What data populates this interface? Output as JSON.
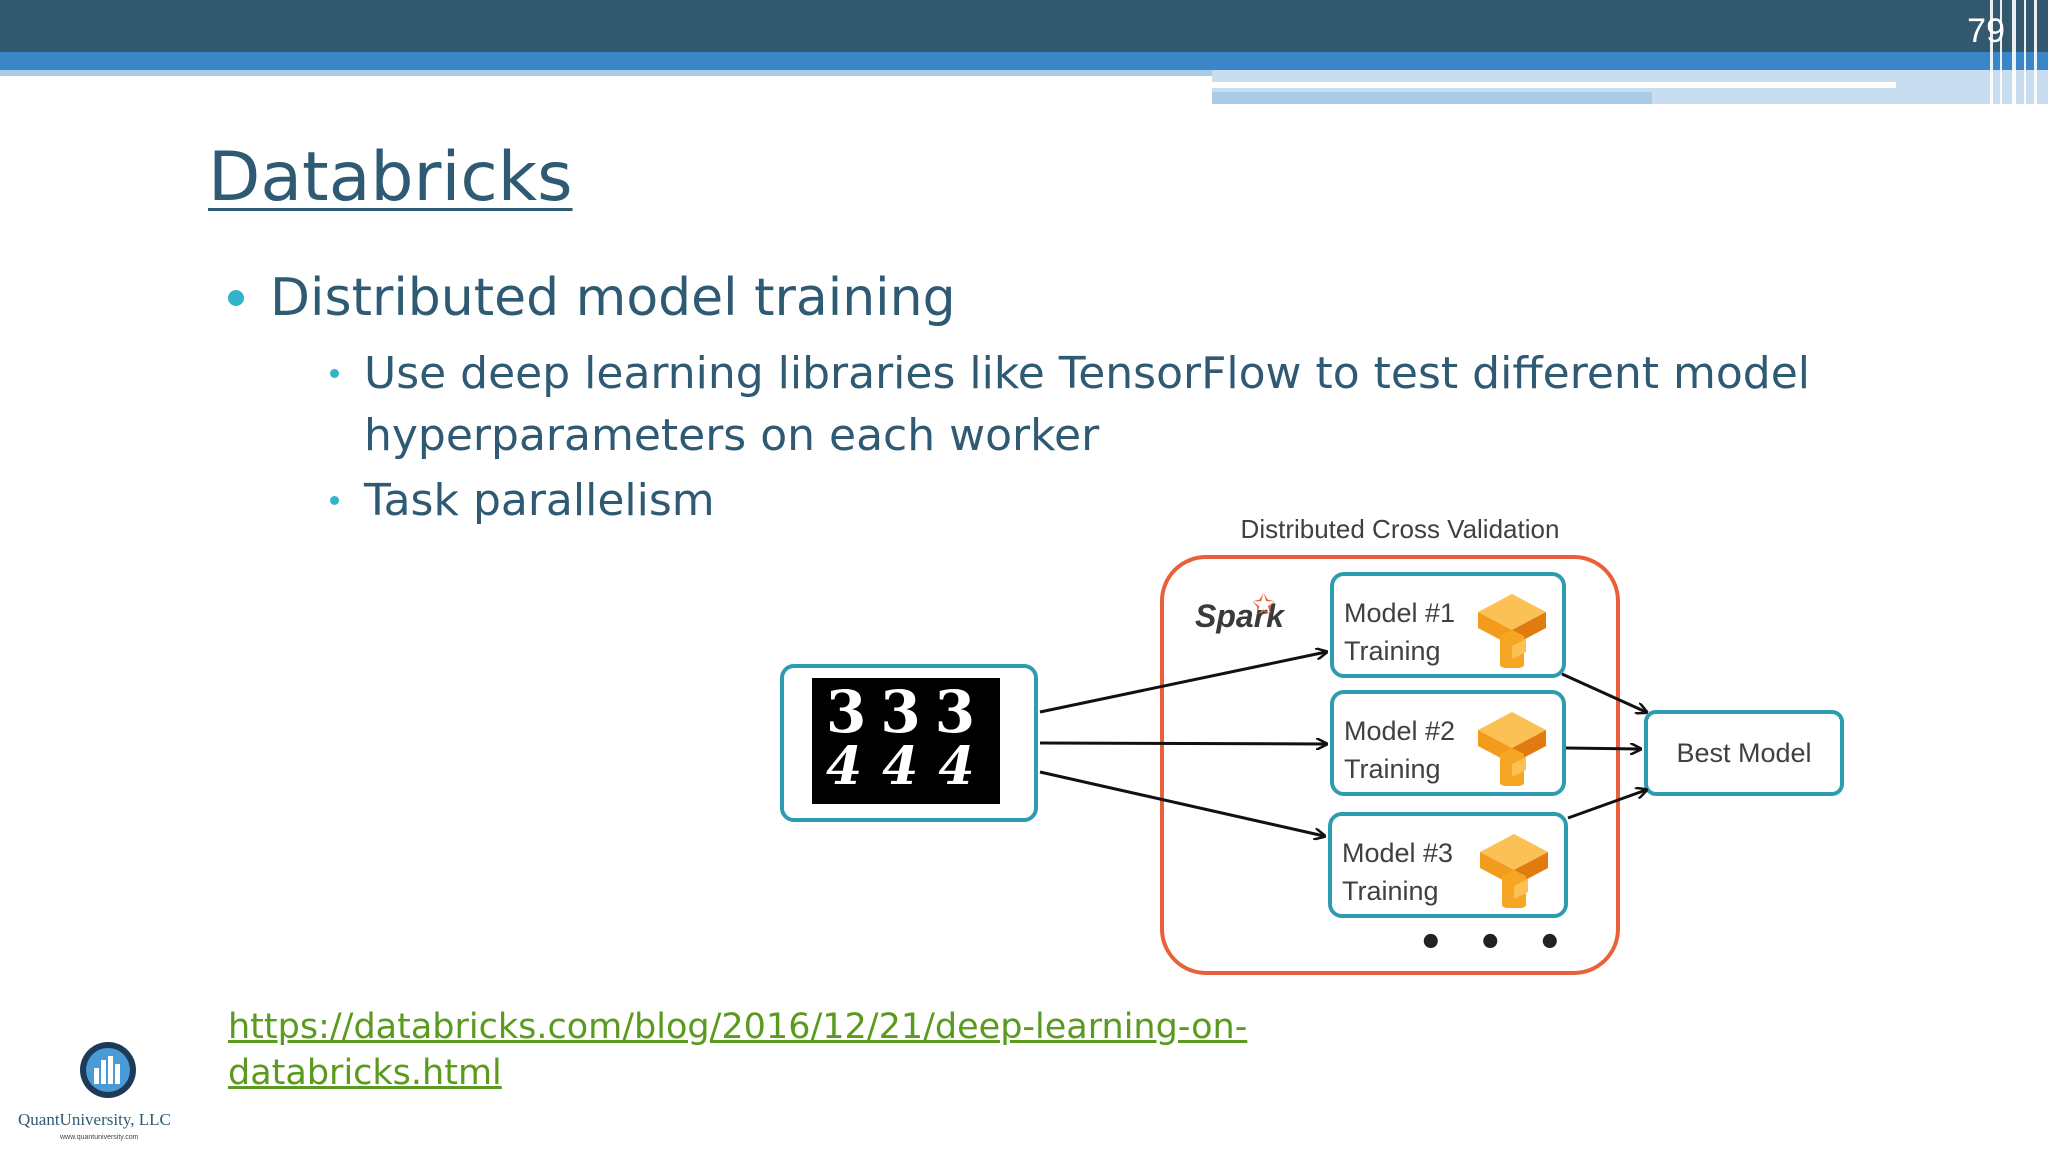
{
  "slide": {
    "page_number": "79",
    "title": "Databricks",
    "bullets": [
      {
        "text": "Distributed model training",
        "sub_bullets": [
          {
            "line1": "Use deep learning libraries like TensorFlow to test different model",
            "line2": "hyperparameters on each worker"
          },
          {
            "line1": "Task parallelism"
          }
        ]
      }
    ],
    "link": {
      "line1": "https://databricks.com/blog/2016/12/21/deep-learning-on-",
      "line2": "databricks.html"
    }
  },
  "diagram": {
    "title": "Distributed Cross Validation",
    "spark_logo_text": "Spark",
    "input_digits": {
      "row1": "333",
      "row2": "444"
    },
    "models": [
      {
        "line1": "Model #1",
        "line2": "Training"
      },
      {
        "line1": "Model #2",
        "line2": "Training"
      },
      {
        "line1": "Model #3",
        "line2": "Training"
      }
    ],
    "more": "• • •",
    "output": "Best Model"
  },
  "logo": {
    "name": "QuantUniversity, LLC",
    "url": "www.quantuniversity.com"
  },
  "colors": {
    "header_dark": "#33596f",
    "header_blue": "#3a86c8",
    "title": "#2f5a74",
    "bullet_dot": "#33b3c7",
    "box_border": "#2e9cb0",
    "spark_border": "#e8613a",
    "link": "#5a9a1e",
    "tensorflow_orange": "#f6a623"
  },
  "icons": [
    "tensorflow-icon",
    "spark-star-icon",
    "quantuniversity-logo-icon"
  ]
}
